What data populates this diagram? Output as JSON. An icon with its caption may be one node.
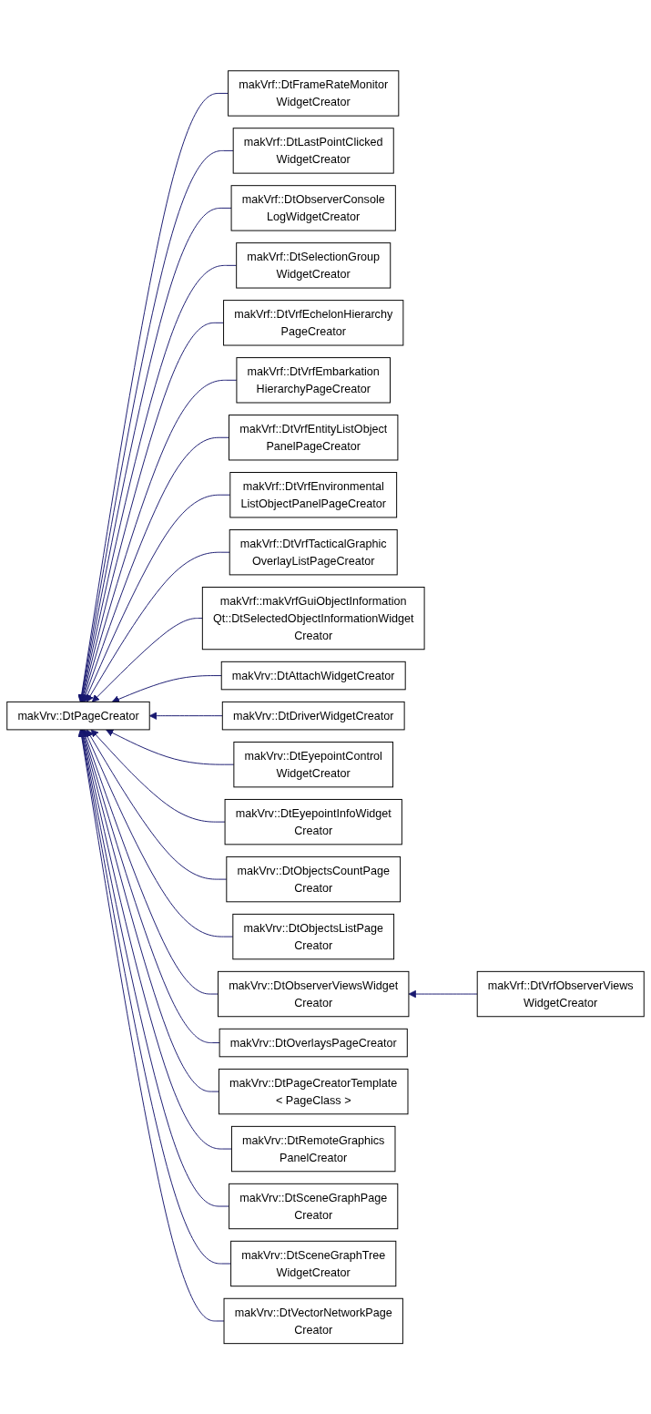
{
  "diagram": {
    "nodes": [
      {
        "text": [
          "makVrv::DtPageCreator"
        ]
      },
      {
        "text": [
          "makVrf::DtFrameRateMonitor WidgetCreator"
        ]
      },
      {
        "text": [
          "makVrf::DtLastPointClicked WidgetCreator"
        ]
      },
      {
        "text": [
          "makVrf::DtObserverConsole LogWidgetCreator"
        ]
      },
      {
        "text": [
          "makVrf::DtSelectionGroup WidgetCreator"
        ]
      },
      {
        "text": [
          "makVrf::DtVrfEchelonHierarchy PageCreator"
        ]
      },
      {
        "text": [
          "makVrf::DtVrfEmbarkation HierarchyPageCreator"
        ]
      },
      {
        "text": [
          "makVrf::DtVrfEntityListObject PanelPageCreator"
        ]
      },
      {
        "text": [
          "makVrf::DtVrfEnvironmental ListObjectPanelPageCreator"
        ]
      },
      {
        "text": [
          "makVrf::DtVrfTacticalGraphic OverlayListPageCreator"
        ]
      },
      {
        "text": [
          "makVrf::makVrfGuiObjectInformation Qt::DtSelectedObjectInformationWidget Creator"
        ]
      },
      {
        "text": [
          "makVrv::DtAttachWidgetCreator"
        ]
      },
      {
        "text": [
          "makVrv::DtDriverWidgetCreator"
        ]
      },
      {
        "text": [
          "makVrv::DtEyepointControl WidgetCreator"
        ]
      },
      {
        "text": [
          "makVrv::DtEyepointInfoWidget Creator"
        ]
      },
      {
        "text": [
          "makVrv::DtObjectsCountPage Creator"
        ]
      },
      {
        "text": [
          "makVrv::DtObjectsListPage Creator"
        ]
      },
      {
        "text": [
          "makVrv::DtObserverViewsWidget Creator"
        ]
      },
      {
        "text": [
          "makVrf::DtVrfObserverViews WidgetCreator"
        ]
      },
      {
        "text": [
          "makVrv::DtOverlaysPageCreator"
        ]
      },
      {
        "text": [
          "makVrv::DtPageCreatorTemplate < PageClass >"
        ]
      },
      {
        "text": [
          "makVrv::DtRemoteGraphics PanelCreator"
        ]
      },
      {
        "text": [
          "makVrv::DtSceneGraphPage Creator"
        ]
      },
      {
        "text": [
          "makVrv::DtSceneGraphTree WidgetCreator"
        ]
      },
      {
        "text": [
          "makVrv::DtVectorNetworkPage Creator"
        ]
      }
    ],
    "edges": [
      {
        "from": 1,
        "to": 0,
        "arrow": "to"
      },
      {
        "from": 2,
        "to": 0,
        "arrow": "to"
      },
      {
        "from": 3,
        "to": 0,
        "arrow": "to"
      },
      {
        "from": 4,
        "to": 0,
        "arrow": "to"
      },
      {
        "from": 5,
        "to": 0,
        "arrow": "to"
      },
      {
        "from": 6,
        "to": 0,
        "arrow": "to"
      },
      {
        "from": 7,
        "to": 0,
        "arrow": "to"
      },
      {
        "from": 8,
        "to": 0,
        "arrow": "to"
      },
      {
        "from": 9,
        "to": 0,
        "arrow": "to"
      },
      {
        "from": 10,
        "to": 0,
        "arrow": "to"
      },
      {
        "from": 11,
        "to": 0,
        "arrow": "to"
      },
      {
        "from": 12,
        "to": 0,
        "arrow": "to"
      },
      {
        "from": 13,
        "to": 0,
        "arrow": "to"
      },
      {
        "from": 14,
        "to": 0,
        "arrow": "to"
      },
      {
        "from": 15,
        "to": 0,
        "arrow": "to"
      },
      {
        "from": 16,
        "to": 0,
        "arrow": "to"
      },
      {
        "from": 17,
        "to": 0,
        "arrow": "to"
      },
      {
        "from": 18,
        "to": 17,
        "arrow": "to"
      },
      {
        "from": 19,
        "to": 0,
        "arrow": "to"
      },
      {
        "from": 20,
        "to": 0,
        "arrow": "to"
      },
      {
        "from": 21,
        "to": 0,
        "arrow": "to"
      },
      {
        "from": 22,
        "to": 0,
        "arrow": "to"
      },
      {
        "from": 23,
        "to": 0,
        "arrow": "to"
      },
      {
        "from": 24,
        "to": 0,
        "arrow": "to"
      }
    ]
  }
}
